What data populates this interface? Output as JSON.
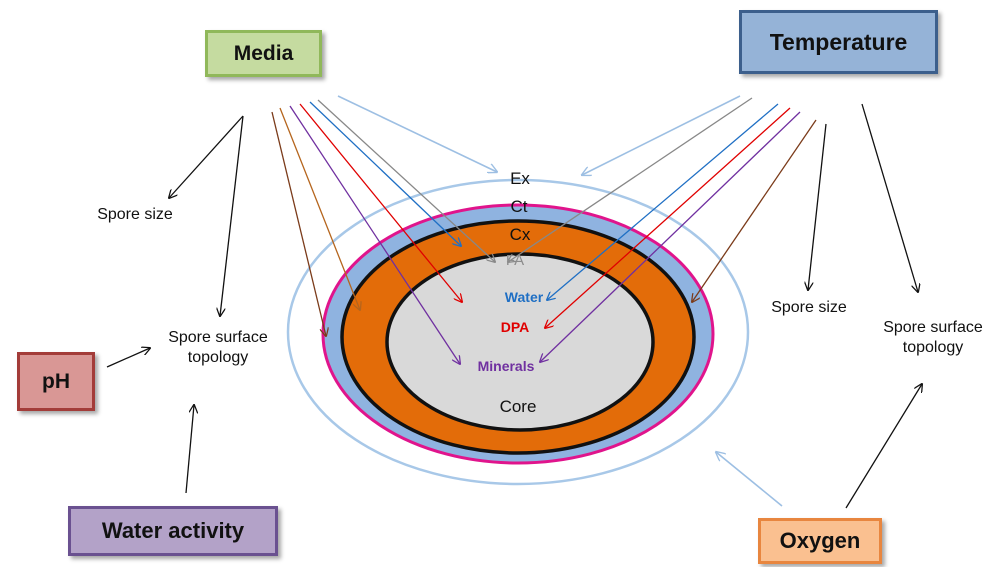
{
  "factors": {
    "media": "Media",
    "temperature": "Temperature",
    "ph": "pH",
    "water_activity": "Water activity",
    "oxygen": "Oxygen"
  },
  "layers": {
    "exosporium": "Ex",
    "coat": "Ct",
    "cortex": "Cx",
    "fatty_acids": "FA",
    "water": "Water",
    "dpa": "DPA",
    "minerals": "Minerals",
    "core": "Core"
  },
  "outcomes": {
    "left_spore_size": "Spore size",
    "left_surface_topology_line1": "Spore surface",
    "left_surface_topology_line2": "topology",
    "right_spore_size": "Spore size",
    "right_surface_topology_line1": "Spore surface",
    "right_surface_topology_line2": "topology"
  },
  "colors": {
    "media_fill": "#c5dba0",
    "media_border": "#90b85a",
    "temperature_fill": "#95b3d7",
    "temperature_border": "#3c5f8c",
    "ph_fill": "#d99795",
    "ph_border": "#a33c39",
    "water_activity_fill": "#b3a2c8",
    "water_activity_border": "#6a5190",
    "oxygen_fill": "#fac090",
    "oxygen_border": "#e8863f",
    "exosporium_line": "#a8c8e8",
    "coat_fill": "#8fb3e0",
    "coat_outline": "#e0148c",
    "cortex_fill": "#e36c09",
    "core_fill": "#d9d9d9",
    "water_text": "#1f6fc4",
    "dpa_text": "#e00000",
    "minerals_text": "#7030a0",
    "fa_text": "#8c8c8c"
  }
}
